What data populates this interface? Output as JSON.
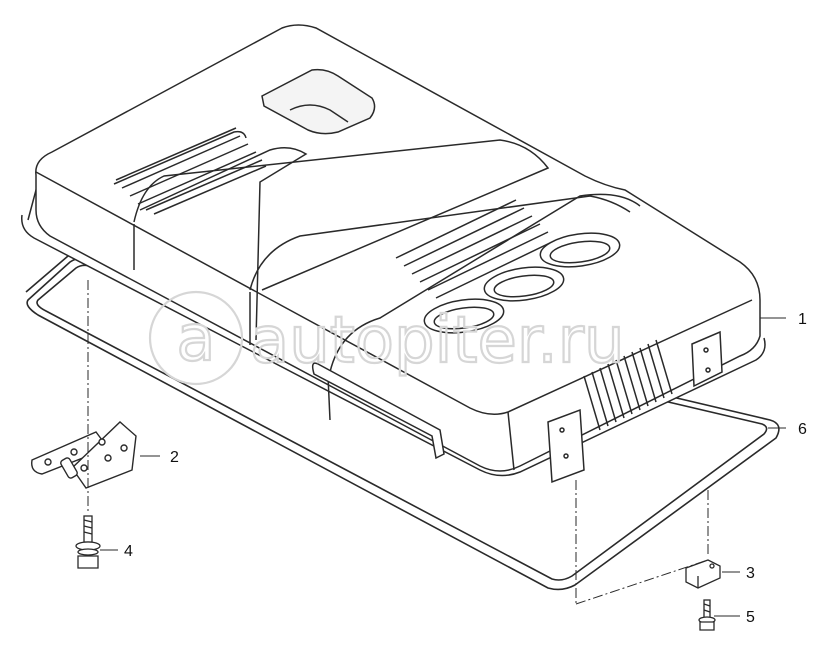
{
  "watermark": {
    "text": "autopiter.ru",
    "logo_glyph": "a"
  },
  "callouts": [
    {
      "id": "1",
      "label": "1",
      "target": "engine-cover"
    },
    {
      "id": "2",
      "label": "2",
      "target": "hinge"
    },
    {
      "id": "3",
      "label": "3",
      "target": "latch-block"
    },
    {
      "id": "4",
      "label": "4",
      "target": "bolt-with-washers"
    },
    {
      "id": "5",
      "label": "5",
      "target": "small-bolt"
    },
    {
      "id": "6",
      "label": "6",
      "target": "seal-frame"
    }
  ],
  "colors": {
    "line": "#2a2a2a",
    "fill": "#ffffff",
    "watermark": "#d6d6d6",
    "shade": "#f4f4f4"
  }
}
